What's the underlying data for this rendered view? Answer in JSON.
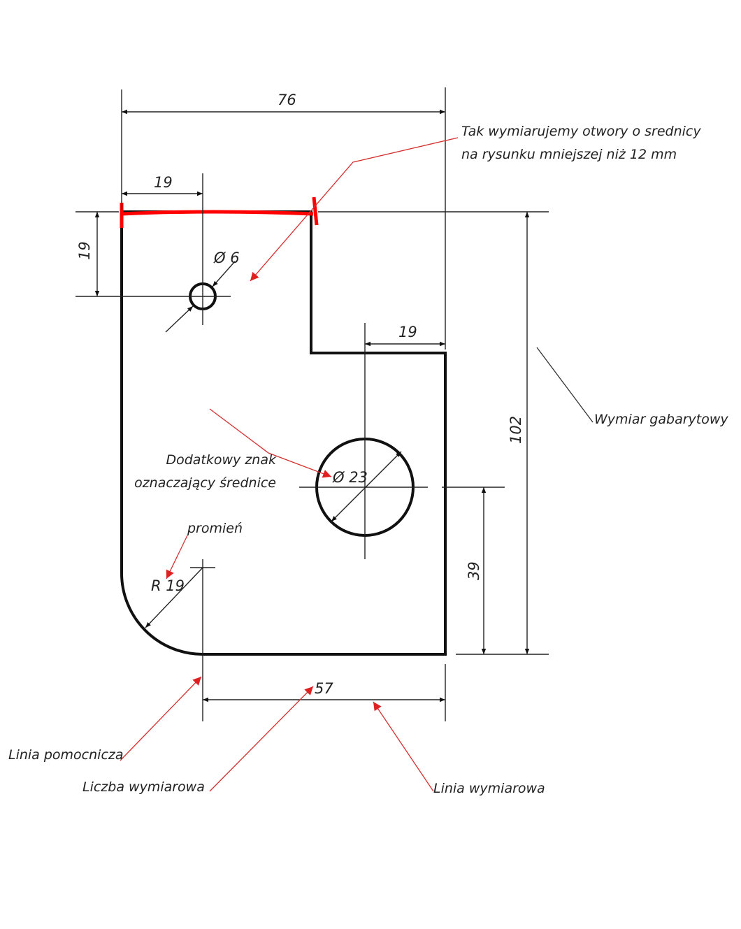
{
  "dimensions": {
    "overall_width": "76",
    "hole_offset_x": "19",
    "hole_offset_y": "19",
    "small_hole_diameter": "Ø 6",
    "step_width": "19",
    "overall_height": "102",
    "big_hole_diameter": "Ø 23",
    "big_hole_height": "39",
    "radius": "R 19",
    "bottom_length": "57"
  },
  "annotations": {
    "small_holes_line1": "Tak wymiarujemy otwory o srednicy",
    "small_holes_line2": "na rysunku mniejszej niż 12 mm",
    "overall_dimension": "Wymiar gabarytowy",
    "diameter_sign_line1": "Dodatkowy znak",
    "diameter_sign_line2": "oznaczający średnice",
    "radius_label": "promień",
    "extension_line": "Linia pomocnicza",
    "dimension_number": "Liczba wymiarowa",
    "dimension_line": "Linia wymiarowa"
  },
  "colors": {
    "outline": "#111111",
    "annotation": "#d43030",
    "highlight": "#ff0000"
  }
}
